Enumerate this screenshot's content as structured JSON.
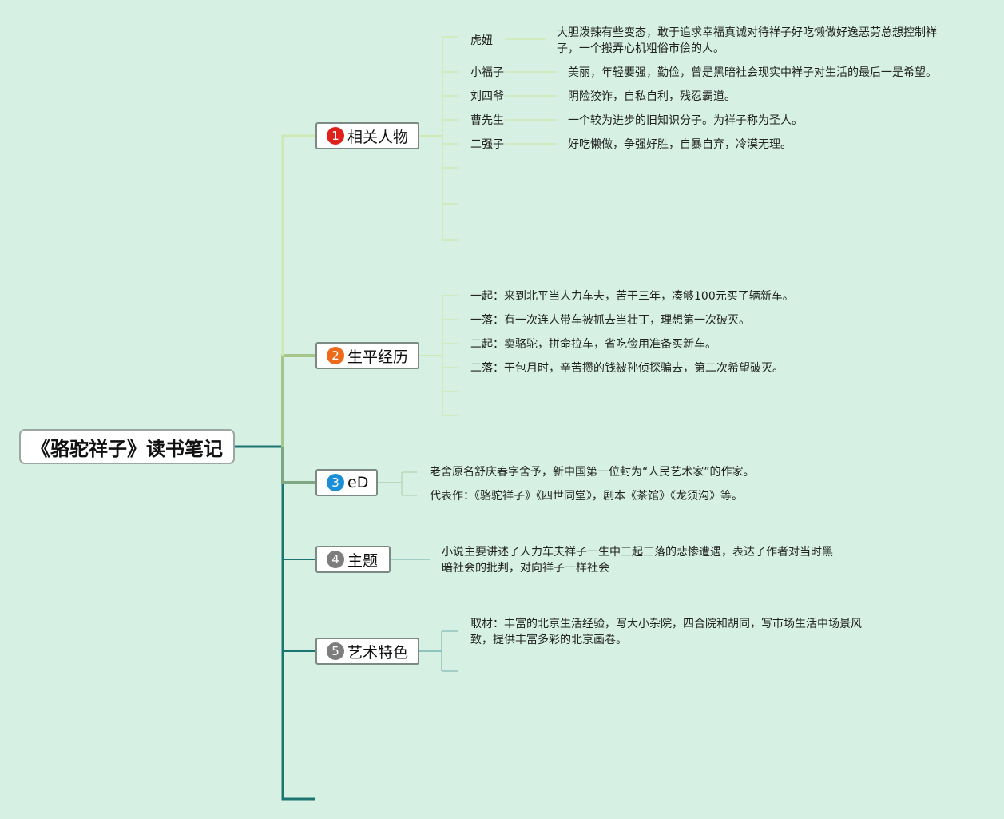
{
  "root": {
    "title": "《骆驼祥子》读书笔记"
  },
  "branches": [
    {
      "num": "1",
      "label": "相关人物",
      "color": "#e0211b",
      "items": [
        {
          "name": "虎妞",
          "desc": "大胆泼辣有些变态，敢于追求幸福真诚对待祥子好吃懒做好逸恶劳总想控制祥子，一个搬弄心机粗俗市侩的人。"
        },
        {
          "name": "小福子",
          "desc": "美丽，年轻要强，勤俭，曾是黑暗社会现实中祥子对生活的最后一是希望。"
        },
        {
          "name": "刘四爷",
          "desc": "阴险狡诈，自私自利，残忍霸道。"
        },
        {
          "name": "曹先生",
          "desc": "一个较为进步的旧知识分子。为祥子称为圣人。"
        },
        {
          "name": "二强子",
          "desc": "好吃懒做，争强好胜，自暴自弃，冷漠无理。"
        }
      ]
    },
    {
      "num": "2",
      "label": "生平经历",
      "color": "#ec6a1a",
      "items": [
        "一起：来到北平当人力车夫，苦干三年，凑够100元买了辆新车。",
        "一落：有一次连人带车被抓去当壮丁，理想第一次破灭。",
        "二起：卖骆驼，拼命拉车，省吃俭用准备买新车。",
        "二落：干包月时，辛苦攒的钱被孙侦探骗去，第二次希望破灭。"
      ]
    },
    {
      "num": "3",
      "label": "eD",
      "color": "#1a8fd8",
      "items": [
        "老舍原名舒庆春字舍予，新中国第一位封为“人民艺术家”的作家。",
        "代表作：《骆驼祥子》《四世同堂》，剧本《茶馆》《龙须沟》等。"
      ]
    },
    {
      "num": "4",
      "label": "主题",
      "color": "#7d7d7d",
      "items": [
        "小说主要讲述了人力车夫祥子一生中三起三落的悲惨遭遇，表达了作者对当时黑暗社会的批判，对向祥子一样社会"
      ]
    },
    {
      "num": "5",
      "label": "艺术特色",
      "color": "#7d7d7d",
      "items": [
        "取材：丰富的北京生活经验，写大小杂院，四合院和胡同，写市场生活中场景风致，提供丰富多彩的北京画卷。"
      ]
    }
  ]
}
